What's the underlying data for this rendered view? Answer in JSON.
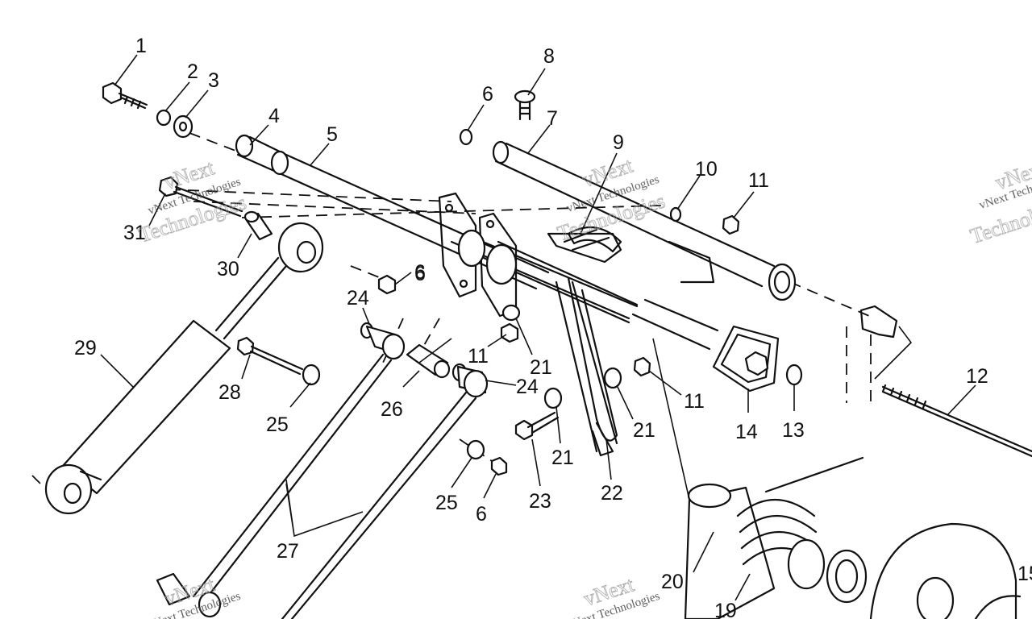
{
  "diagram": {
    "callouts": [
      "1",
      "2",
      "3",
      "4",
      "5",
      "6",
      "7",
      "8",
      "9",
      "10",
      "11",
      "12",
      "13",
      "14",
      "6",
      "29",
      "30",
      "31",
      "24",
      "6",
      "11",
      "21",
      "24",
      "26",
      "25",
      "28",
      "11",
      "21",
      "21",
      "22",
      "23",
      "25",
      "6",
      "27",
      "20",
      "19",
      "15"
    ],
    "watermark": {
      "big_top": "vNext",
      "big_bottom": "Technologies",
      "small": "vNext Technologies"
    }
  }
}
